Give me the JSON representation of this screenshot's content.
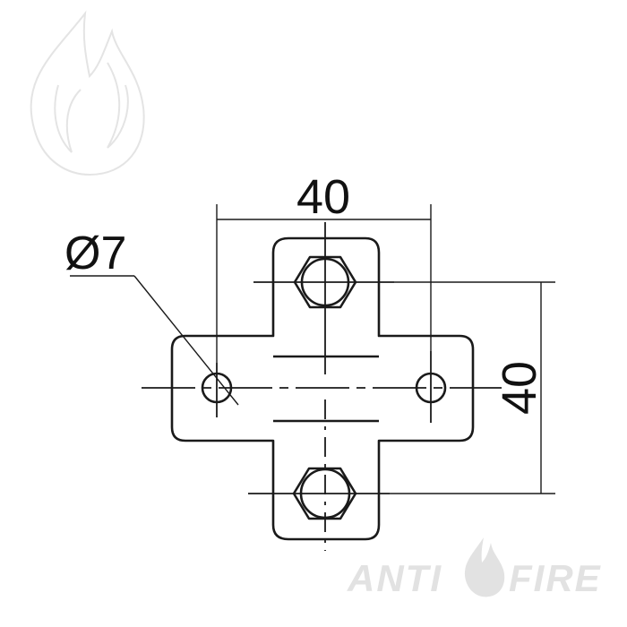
{
  "dimensions": {
    "width_label": "40",
    "height_label": "40",
    "hole_label": "Ø7"
  },
  "watermark": {
    "brand_left": "ANTI",
    "brand_right": "FIRE"
  },
  "colors": {
    "line": "#1a1a1a",
    "watermark": "#e2e2e2"
  }
}
